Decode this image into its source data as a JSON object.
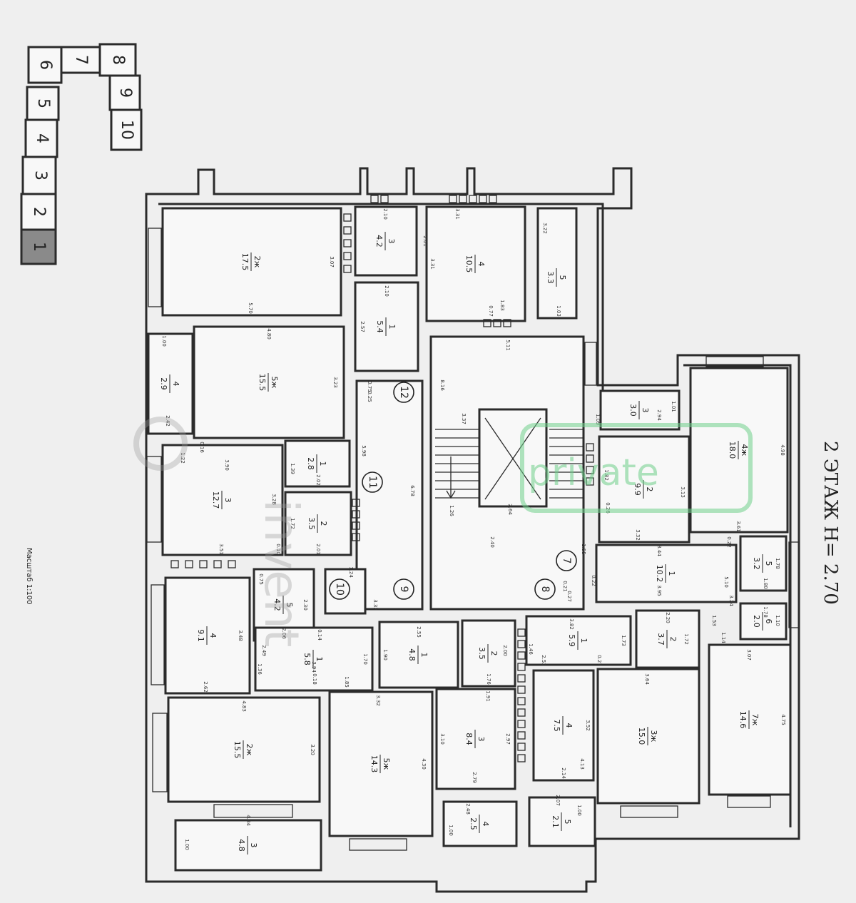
{
  "title": "2 ЭТАЖ H= 2.70",
  "scale_label": "Масштаб 1:100",
  "watermark": {
    "brand": "invent",
    "tag": "private"
  },
  "key_plan": [
    "1",
    "2",
    "3",
    "4",
    "5",
    "6",
    "7",
    "8",
    "9",
    "10"
  ],
  "stair_markers": [
    "12",
    "11",
    "10",
    "9",
    "8",
    "7"
  ],
  "rooms": [
    {
      "id": "a1r2",
      "l1": "2ж",
      "l2": "17.5"
    },
    {
      "id": "a1r5",
      "l1": "5ж",
      "l2": "15.5"
    },
    {
      "id": "a1r4",
      "l1": "4",
      "l2": "2.9"
    },
    {
      "id": "a1r3",
      "l1": "3",
      "l2": "12.7"
    },
    {
      "id": "a1r1",
      "l1": "1",
      "l2": "2.8"
    },
    {
      "id": "a1r2b",
      "l1": "2",
      "l2": "3.5"
    },
    {
      "id": "a2r3",
      "l1": "3",
      "l2": "4.2"
    },
    {
      "id": "a2r1",
      "l1": "1",
      "l2": "5.4"
    },
    {
      "id": "a2r4",
      "l1": "4",
      "l2": "10.5"
    },
    {
      "id": "a2r5",
      "l1": "5",
      "l2": "3.3"
    },
    {
      "id": "a3r3",
      "l1": "3",
      "l2": "3.0"
    },
    {
      "id": "a3r2",
      "l1": "2",
      "l2": "9.9"
    },
    {
      "id": "a3r4",
      "l1": "4ж",
      "l2": "18.0"
    },
    {
      "id": "a3r1",
      "l1": "1",
      "l2": "10.2"
    },
    {
      "id": "a3r5",
      "l1": "5",
      "l2": "3.2"
    },
    {
      "id": "a3r6",
      "l1": "6",
      "l2": "2.0"
    },
    {
      "id": "a4r4",
      "l1": "4",
      "l2": "9.1"
    },
    {
      "id": "a4r5",
      "l1": "5",
      "l2": "4.2"
    },
    {
      "id": "a4r1",
      "l1": "1",
      "l2": "5.8"
    },
    {
      "id": "a4r2",
      "l1": "2ж",
      "l2": "15.5"
    },
    {
      "id": "a4r3",
      "l1": "3",
      "l2": "4.8"
    },
    {
      "id": "a5r1",
      "l1": "1",
      "l2": "4.8"
    },
    {
      "id": "a5r5",
      "l1": "5ж",
      "l2": "14.3"
    },
    {
      "id": "a5r2",
      "l1": "2",
      "l2": "3.5"
    },
    {
      "id": "a5r3",
      "l1": "3",
      "l2": "8.4"
    },
    {
      "id": "a5r4",
      "l1": "4",
      "l2": "2.5"
    },
    {
      "id": "a6r1",
      "l1": "1",
      "l2": "5.9"
    },
    {
      "id": "a6r2",
      "l1": "2",
      "l2": "3.7"
    },
    {
      "id": "a6r4",
      "l1": "4",
      "l2": "7.5"
    },
    {
      "id": "a6r3",
      "l1": "3ж",
      "l2": "15.0"
    },
    {
      "id": "a6r5",
      "l1": "5",
      "l2": "2.1"
    },
    {
      "id": "a6r7",
      "l1": "7ж",
      "l2": "14.6"
    }
  ],
  "dimensions": [
    "2.10",
    "2.01",
    "3.31",
    "3.31",
    "1.83",
    "0.77",
    "3.22",
    "1.03",
    "3.07",
    "5.70",
    "4.80",
    "3.23",
    "1.00",
    "2.42",
    "2.10",
    "2.57",
    "0.75",
    "0.25",
    "5.11",
    "8.16",
    "3.37",
    "5.98",
    "6.78",
    "1.22",
    "0.16",
    "3.90",
    "3.28",
    "3.51",
    "1.39",
    "2.02",
    "1.72",
    "2.01",
    "0.10",
    "1.24",
    "3.32",
    "2.40",
    "2.64",
    "1.26",
    "2.94",
    "1.01",
    "1.82",
    "3.13",
    "0.26",
    "3.32",
    "4.98",
    "3.61",
    "3.44",
    "5.10",
    "3.95",
    "3.24",
    "0.22",
    "1.78",
    "1.80",
    "1.78",
    "1.10",
    "1.53",
    "1.14",
    "3.07",
    "4.75",
    "2.20",
    "1.72",
    "0.75",
    "2.30",
    "2.06",
    "3.48",
    "2.62",
    "2.49",
    "1.36",
    "3.94",
    "0.18",
    "1.85",
    "1.70",
    "0.14",
    "2.55",
    "1.90",
    "2.00",
    "1.76",
    "1.46",
    "1.73",
    "2.53",
    "0.27",
    "3.82",
    "4.83",
    "3.20",
    "4.84",
    "1.00",
    "3.32",
    "4.30",
    "1.91",
    "3.10",
    "2.97",
    "2.79",
    "3.52",
    "2.14",
    "3.64",
    "4.13",
    "2.48",
    "1.00",
    "2.07",
    "1.00",
    "0.21",
    "0.22",
    "1.09",
    "1.55",
    "0.27"
  ]
}
